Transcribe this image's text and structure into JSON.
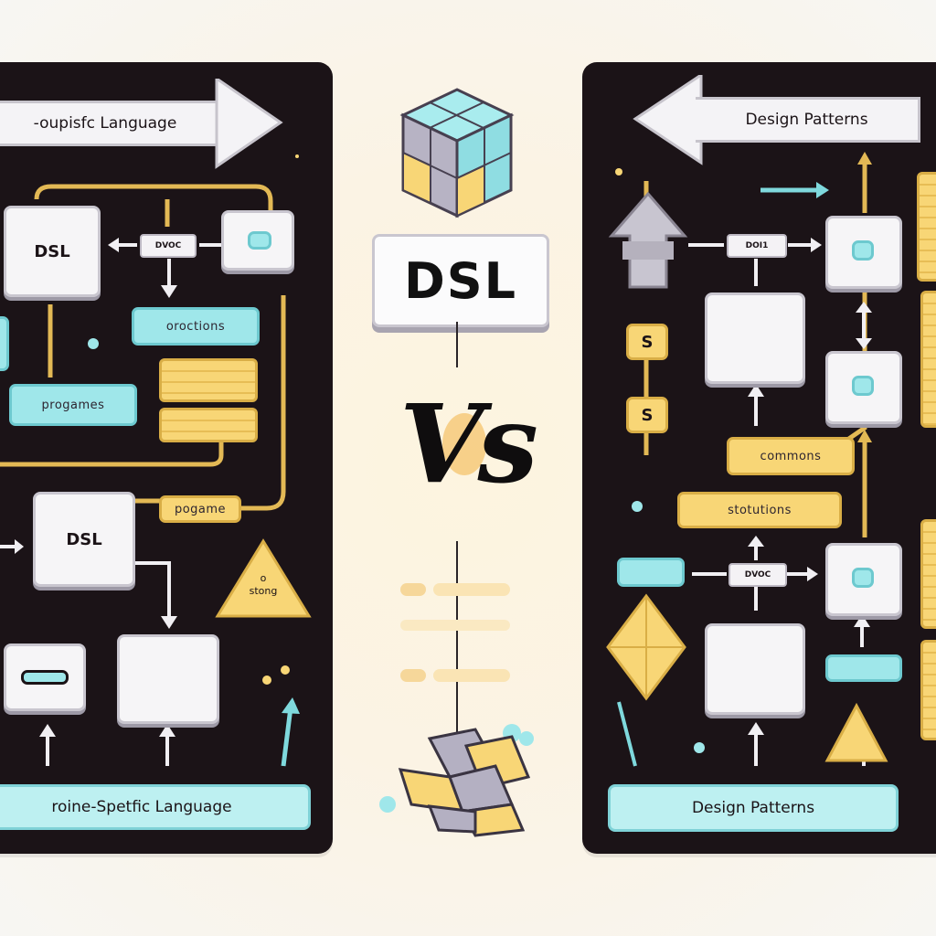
{
  "center": {
    "dsl_label": "DSL",
    "vs_label": "Vs"
  },
  "left": {
    "banner": "-oupisfc Language",
    "dsl_top": "DSL",
    "dsl_mid": "DSL",
    "chip_top": "DVOC",
    "pill_orections": "oroctions",
    "pill_progames": "progames",
    "pill_pogame": "pogame",
    "triangle": "o\nstong",
    "bottom": "roine-Spetfic Language"
  },
  "right": {
    "banner": "Design Patterns",
    "chip_top": "DOI1",
    "chip_mid": "DVOC",
    "s_top": "S",
    "s_bottom": "S",
    "pill_commons": "commons",
    "pill_stotutions": "stotutions",
    "bottom": "Design Patterns"
  },
  "colors": {
    "panel": "#1b1317",
    "cyan": "#9fe7ea",
    "yellow": "#f8d676",
    "box": "#f6f5f7"
  }
}
